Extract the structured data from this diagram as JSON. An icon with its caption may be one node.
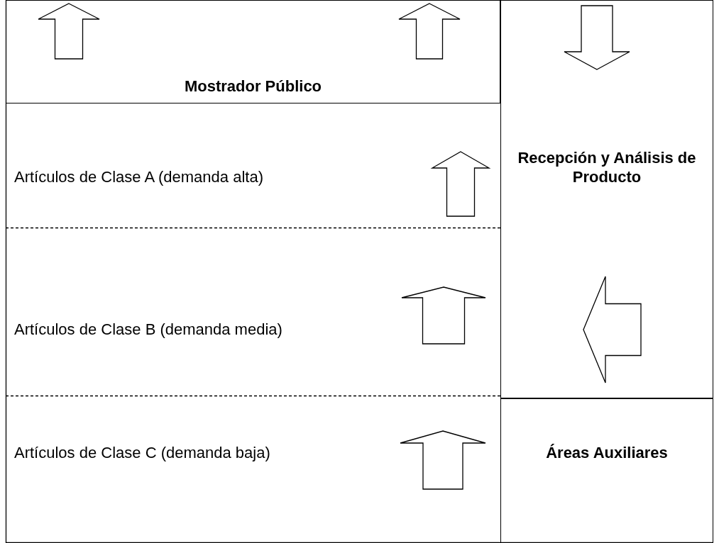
{
  "diagram": {
    "nodes": [
      {
        "text": [
          "Mostrador Público"
        ]
      },
      {
        "text": [
          "Recepción y Análisis de Producto"
        ]
      },
      {
        "text": [
          "Áreas Auxiliares"
        ]
      },
      {
        "text": [
          "Artículos de Clase A (demanda alta)"
        ]
      },
      {
        "text": [
          "Artículos de Clase B (demanda media)"
        ]
      },
      {
        "text": [
          "Artículos de Clase C (demanda baja)"
        ]
      }
    ]
  }
}
